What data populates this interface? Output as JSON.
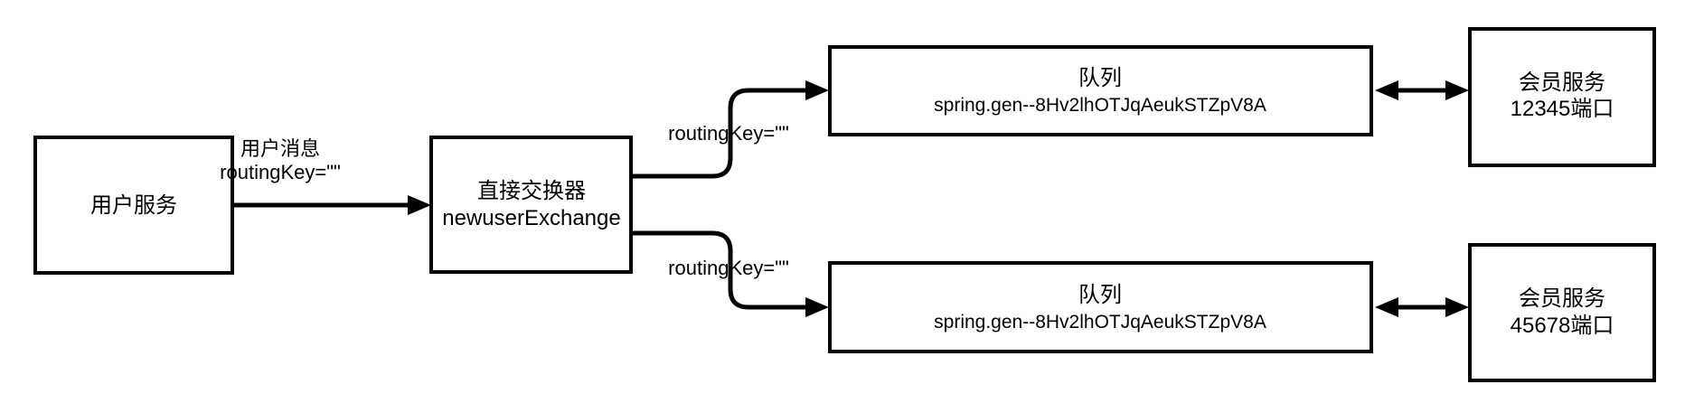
{
  "diagram": {
    "colors": {
      "stroke": "#000000",
      "background": "#ffffff"
    },
    "nodes": {
      "user_service": {
        "label": "用户服务"
      },
      "exchange": {
        "title": "直接交换器",
        "name": "newuserExchange"
      },
      "queue_top": {
        "title": "队列",
        "name": "spring.gen--8Hv2lhOTJqAeukSTZpV8A"
      },
      "queue_bottom": {
        "title": "队列",
        "name": "spring.gen--8Hv2lhOTJqAeukSTZpV8A"
      },
      "member_service_top": {
        "title": "会员服务",
        "port": "12345端口"
      },
      "member_service_bottom": {
        "title": "会员服务",
        "port": "45678端口"
      }
    },
    "edges": {
      "user_to_exchange": {
        "label_line1": "用户消息",
        "label_line2": "routingKey=\"\""
      },
      "exchange_to_queue_top": {
        "label": "routingKey=\"\""
      },
      "exchange_to_queue_bottom": {
        "label": "routingKey=\"\""
      }
    }
  }
}
